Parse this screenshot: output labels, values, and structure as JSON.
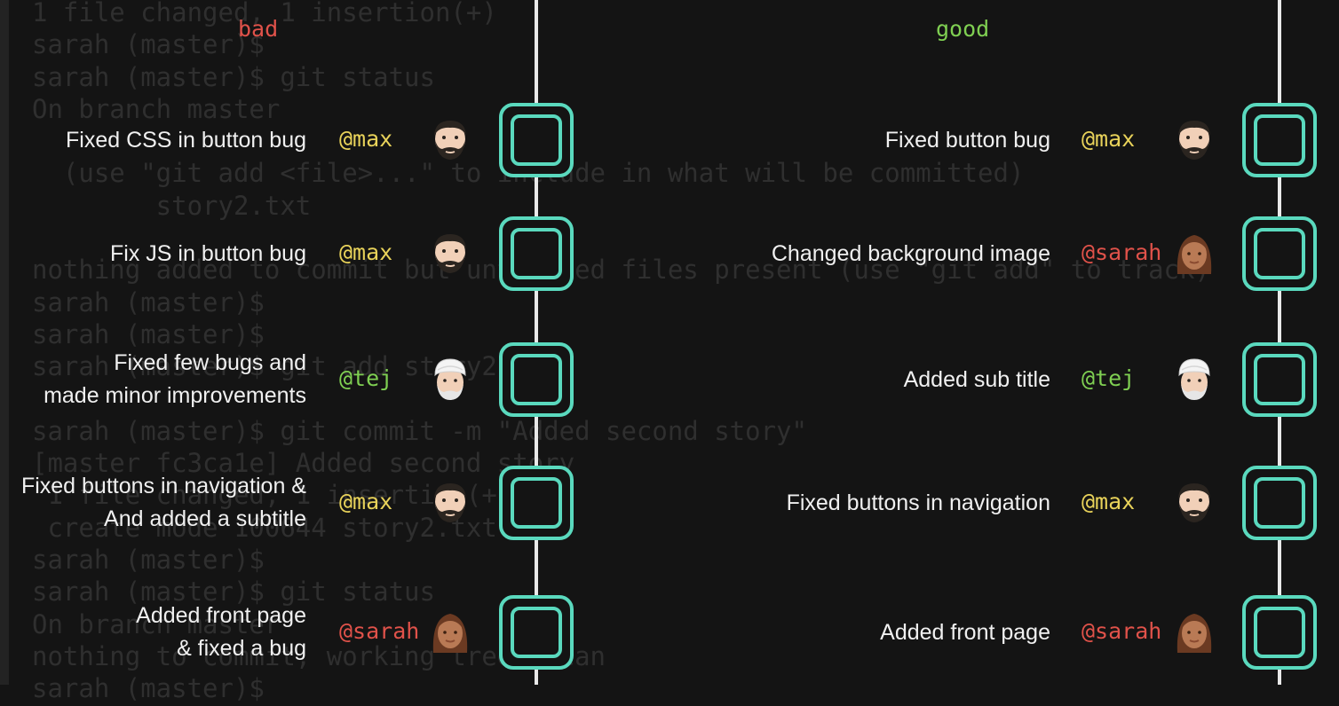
{
  "background_terminal": [
    "1 file changed, 1 insertion(+)",
    "sarah (master)$",
    "sarah (master)$ git status",
    "On branch master",
    "",
    "  (use \"git add <file>...\" to include in what will be committed)",
    "        story2.txt",
    "",
    "nothing added to commit but untracked files present (use \"git add\" to track)",
    "sarah (master)$",
    "sarah (master)$",
    "sarah (master)$ git add story2.txt",
    "",
    "sarah (master)$ git commit -m \"Added second story\"",
    "[master fc3ca1e] Added second story",
    " 1 file changed, 1 insertion(+)",
    " create mode 100644 story2.txt",
    "sarah (master)$",
    "sarah (master)$ git status",
    "On branch master",
    "nothing to commit, working tree clean",
    "sarah (master)$"
  ],
  "columns": {
    "bad": {
      "title": "bad",
      "commits": [
        {
          "message": [
            "Fixed CSS in button bug"
          ],
          "author": "@max",
          "avatar": "max"
        },
        {
          "message": [
            "Fix JS in button bug"
          ],
          "author": "@max",
          "avatar": "max"
        },
        {
          "message": [
            "Fixed few bugs and",
            "made minor improvements"
          ],
          "author": "@tej",
          "avatar": "tej"
        },
        {
          "message": [
            "Fixed buttons in navigation &",
            "And added a subtitle"
          ],
          "author": "@max",
          "avatar": "max"
        },
        {
          "message": [
            "Added front page",
            "& fixed a bug"
          ],
          "author": "@sarah",
          "avatar": "sarah"
        }
      ]
    },
    "good": {
      "title": "good",
      "commits": [
        {
          "message": [
            "Fixed button bug"
          ],
          "author": "@max",
          "avatar": "max"
        },
        {
          "message": [
            "Changed background image"
          ],
          "author": "@sarah",
          "avatar": "sarah"
        },
        {
          "message": [
            "Added sub title"
          ],
          "author": "@tej",
          "avatar": "tej"
        },
        {
          "message": [
            "Fixed buttons in navigation"
          ],
          "author": "@max",
          "avatar": "max"
        },
        {
          "message": [
            "Added front page"
          ],
          "author": "@sarah",
          "avatar": "sarah"
        }
      ]
    }
  },
  "colors": {
    "bad_title": "#e0524a",
    "good_title": "#7fcf52",
    "commit_box": "#5ad9be",
    "max": "#e8d25a",
    "tej": "#7fcf52",
    "sarah": "#e0524a"
  }
}
